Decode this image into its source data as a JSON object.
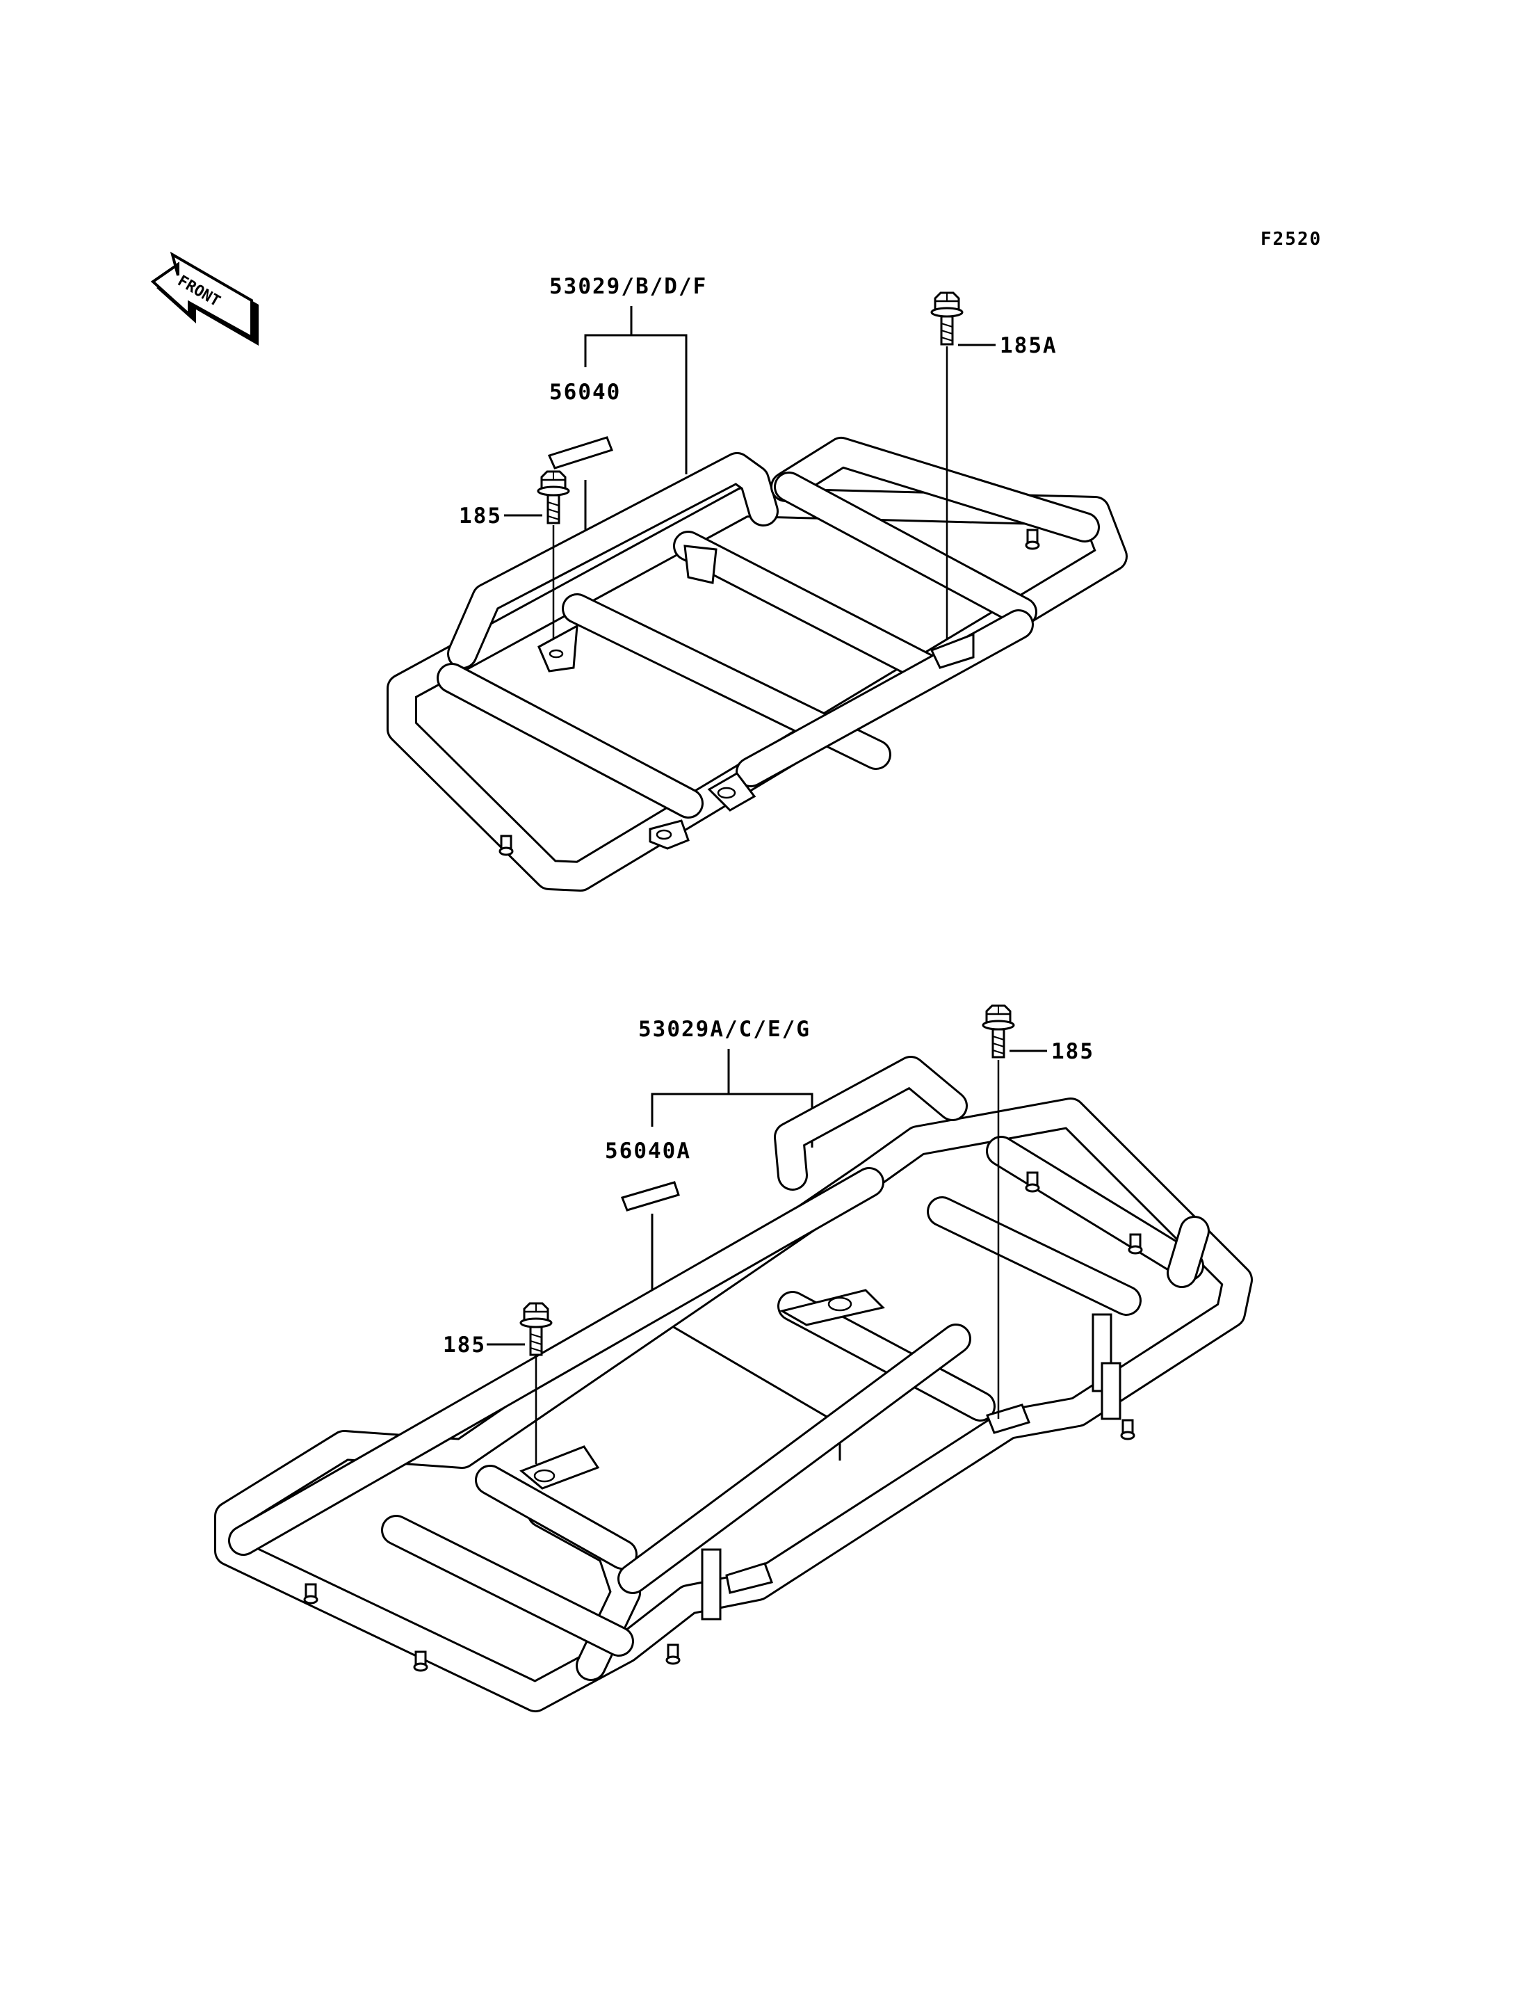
{
  "figure_code": "F2520",
  "front_label": "FRONT",
  "upper_assembly": {
    "carrier_label": "53029/B/D/F",
    "sticker_label": "56040",
    "bolt_left_label": "185",
    "bolt_right_label": "185A"
  },
  "lower_assembly": {
    "carrier_label": "53029A/C/E/G",
    "sticker_label": "56040A",
    "bolt_left_label": "185",
    "bolt_right_label": "185"
  }
}
